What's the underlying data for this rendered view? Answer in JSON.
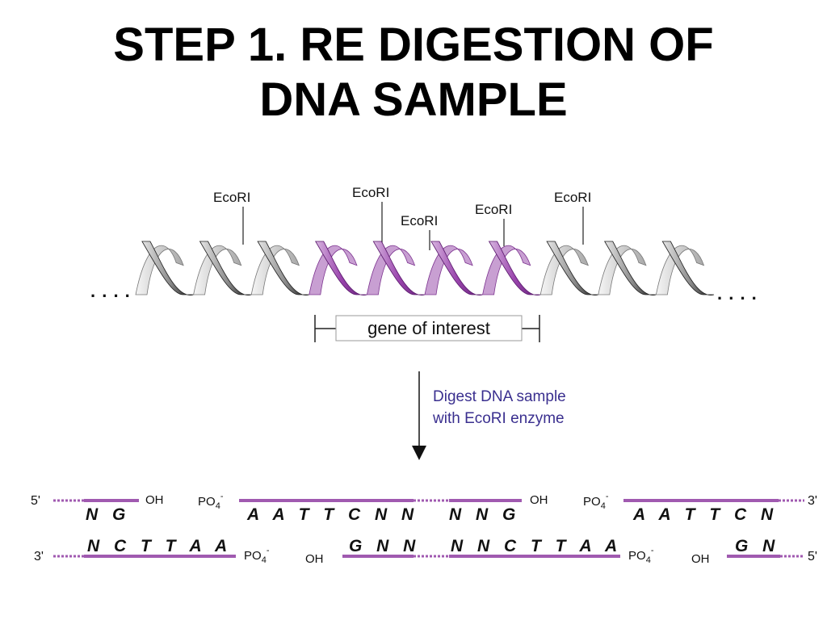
{
  "title": {
    "line1": "STEP 1. RE DIGESTION OF",
    "line2": "DNA SAMPLE"
  },
  "helix": {
    "site_label": "EcoRI",
    "gene_label": "gene of interest",
    "ellipsis": ". . . .",
    "colors": {
      "outside": "#6d6d6d",
      "gene": "#8f3aa0",
      "light": "#d4d4d4"
    }
  },
  "arrow_note": {
    "line1": "Digest DNA sample",
    "line2": "with EcoRI enzyme"
  },
  "fragments": {
    "top_strand": {
      "start": "5'",
      "end": "3'",
      "seq1": "N G",
      "oh1": "OH",
      "po1": "PO",
      "seq2": "A A T T C N N",
      "seq3": "N N G",
      "oh2": "OH",
      "po2": "PO",
      "seq4": "A A T T C N"
    },
    "bottom_strand": {
      "start": "3'",
      "end": "5'",
      "seq1": "N C T T A A",
      "po1": "PO",
      "oh1": "OH",
      "seq2": "G N N",
      "seq3": "N N C T T A A",
      "po2": "PO",
      "oh2": "OH",
      "seq4": "G N"
    },
    "po4_subscript": "4",
    "po4_superscript": "-",
    "strand_color": "#a05ab0"
  }
}
